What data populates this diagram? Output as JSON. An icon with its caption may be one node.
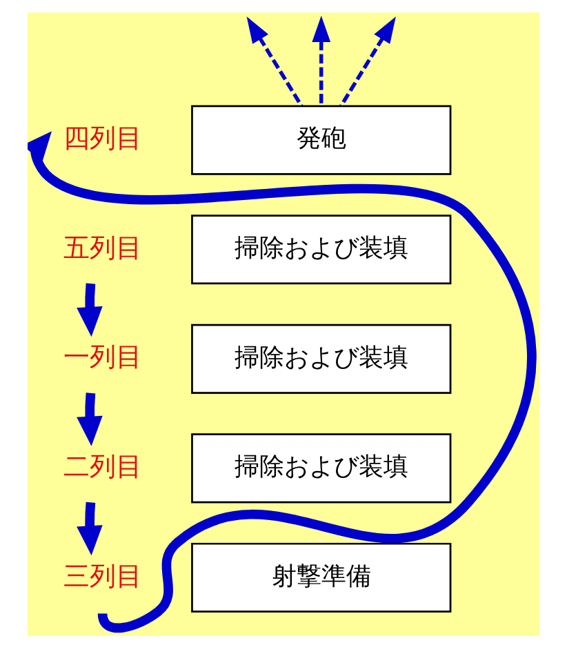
{
  "diagram": {
    "nodes": [
      {
        "text": [
          "四列目"
        ]
      },
      {
        "text": [
          "発砲"
        ]
      },
      {
        "text": [
          "五列目"
        ]
      },
      {
        "text": [
          "掃除および装填"
        ]
      },
      {
        "text": [
          "一列目"
        ]
      },
      {
        "text": [
          "掃除および装填"
        ]
      },
      {
        "text": [
          "二列目"
        ]
      },
      {
        "text": [
          "掃除および装填"
        ]
      },
      {
        "text": [
          "三列目"
        ]
      },
      {
        "text": [
          "射撃準備"
        ]
      }
    ],
    "edges": [
      {
        "from": 2,
        "to": 4,
        "arrow": "to"
      },
      {
        "from": 4,
        "to": 6,
        "arrow": "to"
      },
      {
        "from": 6,
        "to": 8,
        "arrow": "to"
      },
      {
        "from": 8,
        "to": 0,
        "arrow": "to"
      },
      {
        "from": 1,
        "to": null,
        "arrow": "to",
        "style": "dashed"
      },
      {
        "from": 1,
        "to": null,
        "arrow": "to",
        "style": "dashed"
      },
      {
        "from": 1,
        "to": null,
        "arrow": "to",
        "style": "dashed"
      }
    ]
  }
}
